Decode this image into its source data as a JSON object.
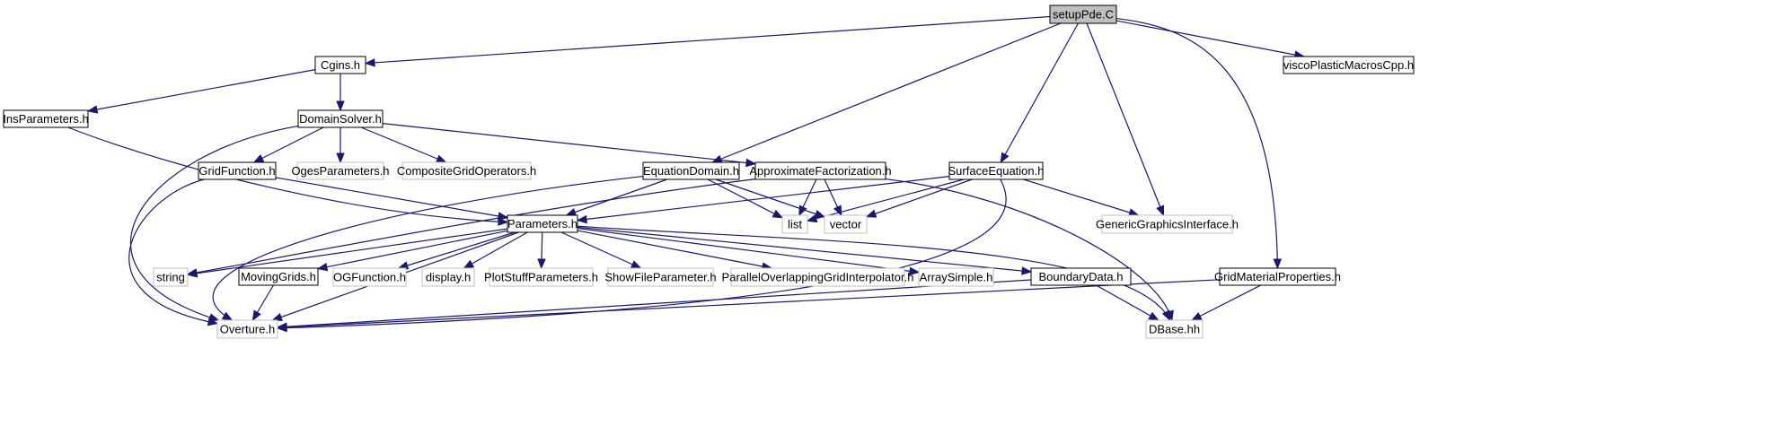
{
  "colors": {
    "edge": "#191970",
    "root_fill": "#bfbfbf",
    "documented_border": "#000000",
    "undocumented_border": "#bfbfbf"
  },
  "nodes": {
    "setuppde": {
      "label": "setupPde.C",
      "kind": "root"
    },
    "cgins": {
      "label": "Cgins.h",
      "kind": "documented"
    },
    "viscoplastic": {
      "label": "viscoPlasticMacrosCpp.h",
      "kind": "documented"
    },
    "insparameters": {
      "label": "InsParameters.h",
      "kind": "documented"
    },
    "domainsolver": {
      "label": "DomainSolver.h",
      "kind": "documented"
    },
    "gridfunction": {
      "label": "GridFunction.h",
      "kind": "documented"
    },
    "ogesparameters": {
      "label": "OgesParameters.h",
      "kind": "external"
    },
    "compositegridoperators": {
      "label": "CompositeGridOperators.h",
      "kind": "external"
    },
    "equationdomain": {
      "label": "EquationDomain.h",
      "kind": "documented"
    },
    "approximatefactorization": {
      "label": "ApproximateFactorization.h",
      "kind": "documented"
    },
    "surfaceequation": {
      "label": "SurfaceEquation.h",
      "kind": "documented"
    },
    "list": {
      "label": "list",
      "kind": "external"
    },
    "vector": {
      "label": "vector",
      "kind": "external"
    },
    "genericgraphicsinterface": {
      "label": "GenericGraphicsInterface.h",
      "kind": "external"
    },
    "parameters": {
      "label": "Parameters.h",
      "kind": "documented"
    },
    "string": {
      "label": "string",
      "kind": "external"
    },
    "movinggrids": {
      "label": "MovingGrids.h",
      "kind": "documented"
    },
    "ogfunction": {
      "label": "OGFunction.h",
      "kind": "external"
    },
    "display": {
      "label": "display.h",
      "kind": "external"
    },
    "plotstuffparameters": {
      "label": "PlotStuffParameters.h",
      "kind": "external"
    },
    "showfileparameter": {
      "label": "ShowFileParameter.h",
      "kind": "external"
    },
    "parallelinterp": {
      "label": "ParallelOverlappingGridInterpolator.h",
      "kind": "external"
    },
    "arraysimple": {
      "label": "ArraySimple.h",
      "kind": "external"
    },
    "boundarydata": {
      "label": "BoundaryData.h",
      "kind": "documented"
    },
    "gridmaterialproperties": {
      "label": "GridMaterialProperties.h",
      "kind": "documented"
    },
    "overture": {
      "label": "Overture.h",
      "kind": "external"
    },
    "dbase": {
      "label": "DBase.hh",
      "kind": "external"
    }
  },
  "edges": [
    {
      "from": "setuppde",
      "to": "cgins"
    },
    {
      "from": "setuppde",
      "to": "viscoplastic"
    },
    {
      "from": "setuppde",
      "to": "equationdomain"
    },
    {
      "from": "setuppde",
      "to": "surfaceequation"
    },
    {
      "from": "setuppde",
      "to": "genericgraphicsinterface"
    },
    {
      "from": "setuppde",
      "to": "gridmaterialproperties"
    },
    {
      "from": "cgins",
      "to": "insparameters"
    },
    {
      "from": "cgins",
      "to": "domainsolver"
    },
    {
      "from": "insparameters",
      "to": "parameters"
    },
    {
      "from": "domainsolver",
      "to": "gridfunction"
    },
    {
      "from": "domainsolver",
      "to": "ogesparameters"
    },
    {
      "from": "domainsolver",
      "to": "compositegridoperators"
    },
    {
      "from": "domainsolver",
      "to": "approximatefactorization"
    },
    {
      "from": "domainsolver",
      "to": "overture"
    },
    {
      "from": "gridfunction",
      "to": "parameters"
    },
    {
      "from": "gridfunction",
      "to": "overture"
    },
    {
      "from": "equationdomain",
      "to": "parameters"
    },
    {
      "from": "equationdomain",
      "to": "list"
    },
    {
      "from": "equationdomain",
      "to": "vector"
    },
    {
      "from": "equationdomain",
      "to": "overture"
    },
    {
      "from": "approximatefactorization",
      "to": "list"
    },
    {
      "from": "approximatefactorization",
      "to": "vector"
    },
    {
      "from": "approximatefactorization",
      "to": "string"
    },
    {
      "from": "approximatefactorization",
      "to": "dbase"
    },
    {
      "from": "surfaceequation",
      "to": "parameters"
    },
    {
      "from": "surfaceequation",
      "to": "list"
    },
    {
      "from": "surfaceequation",
      "to": "vector"
    },
    {
      "from": "surfaceequation",
      "to": "genericgraphicsinterface"
    },
    {
      "from": "surfaceequation",
      "to": "overture"
    },
    {
      "from": "parameters",
      "to": "string"
    },
    {
      "from": "parameters",
      "to": "overture"
    },
    {
      "from": "parameters",
      "to": "movinggrids"
    },
    {
      "from": "parameters",
      "to": "ogfunction"
    },
    {
      "from": "parameters",
      "to": "display"
    },
    {
      "from": "parameters",
      "to": "plotstuffparameters"
    },
    {
      "from": "parameters",
      "to": "showfileparameter"
    },
    {
      "from": "parameters",
      "to": "parallelinterp"
    },
    {
      "from": "parameters",
      "to": "arraysimple"
    },
    {
      "from": "parameters",
      "to": "boundarydata"
    },
    {
      "from": "parameters",
      "to": "dbase"
    },
    {
      "from": "movinggrids",
      "to": "overture"
    },
    {
      "from": "boundarydata",
      "to": "overture"
    },
    {
      "from": "boundarydata",
      "to": "dbase"
    },
    {
      "from": "gridmaterialproperties",
      "to": "overture"
    },
    {
      "from": "gridmaterialproperties",
      "to": "dbase"
    }
  ]
}
